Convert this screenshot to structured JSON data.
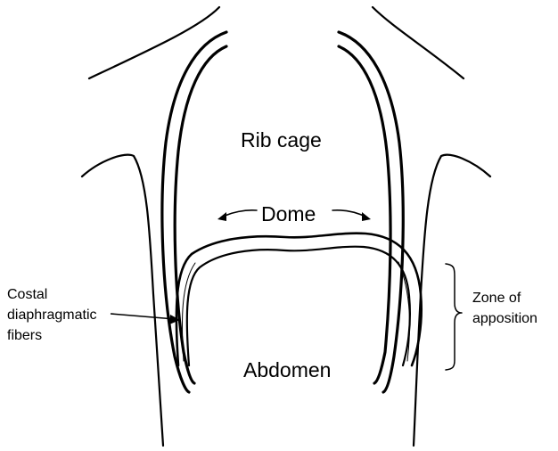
{
  "labels": {
    "rib_cage": "Rib cage",
    "dome": "Dome",
    "abdomen": "Abdomen",
    "costal_line1": "Costal",
    "costal_line2": "diaphragmatic",
    "costal_line3": "fibers",
    "zone_line1": "Zone of",
    "zone_line2": "apposition"
  },
  "colors": {
    "ink": "#000000",
    "background": "#ffffff"
  }
}
